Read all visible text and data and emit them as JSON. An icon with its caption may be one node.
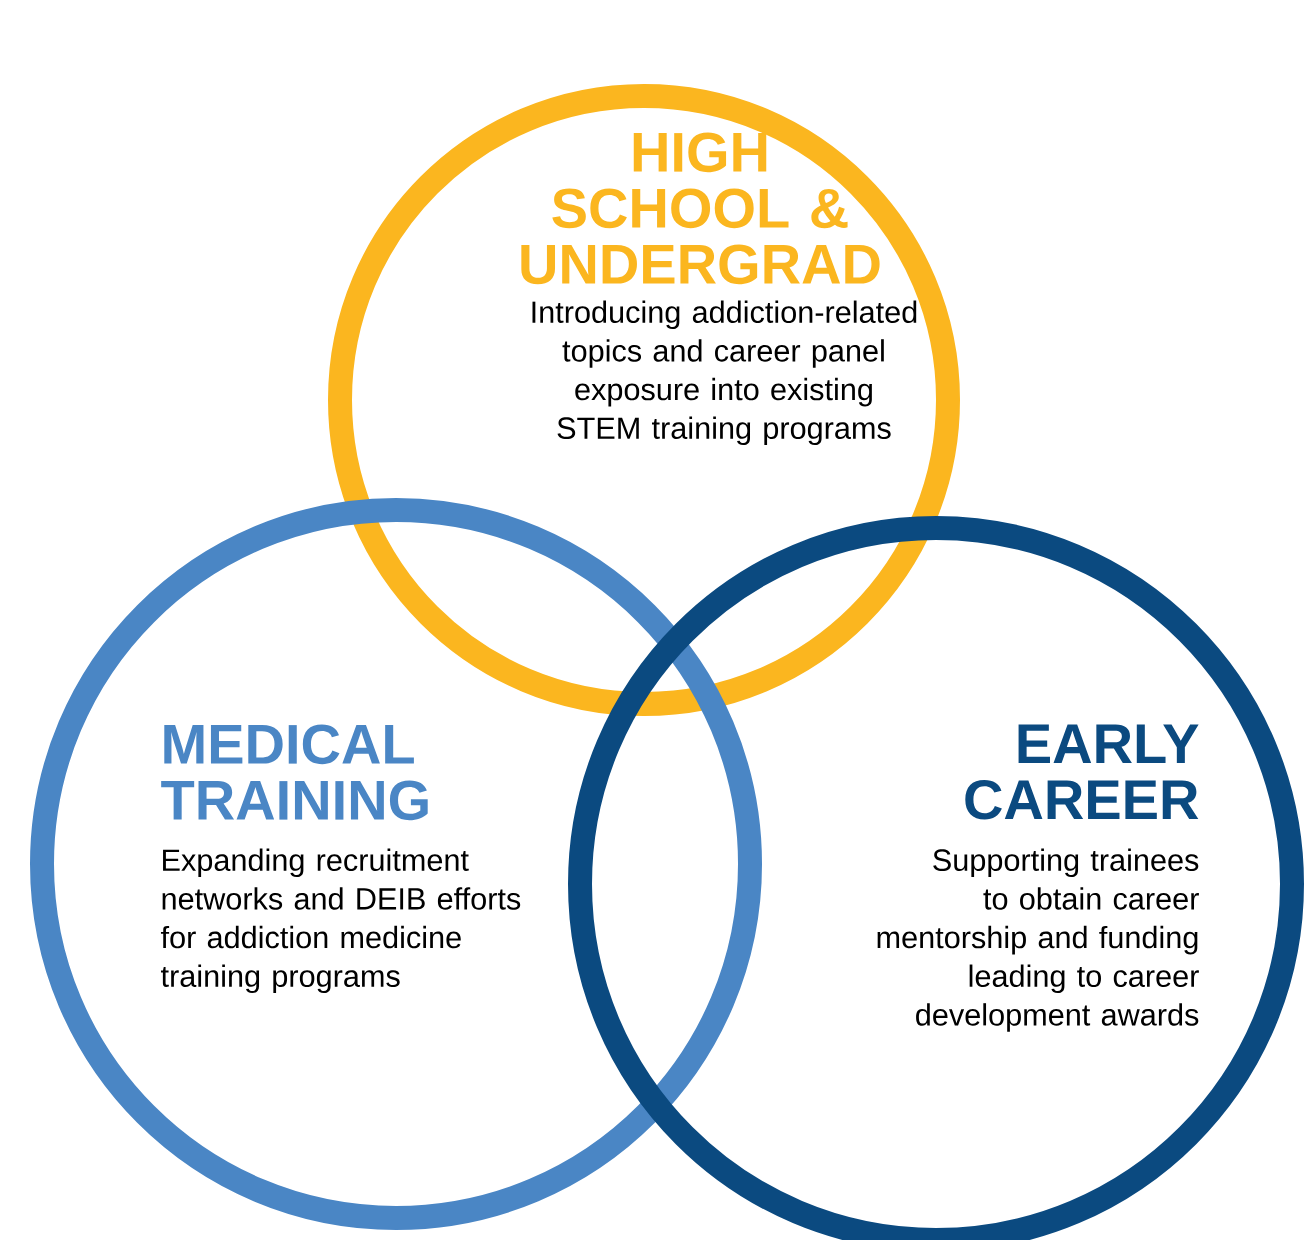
{
  "diagram": {
    "nodes": [
      {
        "text": [
          "HIGH SCHOOL & UNDERGRAD",
          "Introducing addiction-related topics and career panel exposure into existing STEM training programs"
        ]
      },
      {
        "text": [
          "MEDICAL TRAINING",
          "Expanding recruitment networks and DEIB efforts for addiction medicine training programs"
        ]
      },
      {
        "text": [
          "EARLY CAREER",
          "Supporting trainees to obtain career mentorship and funding leading to career development awards"
        ]
      }
    ]
  }
}
